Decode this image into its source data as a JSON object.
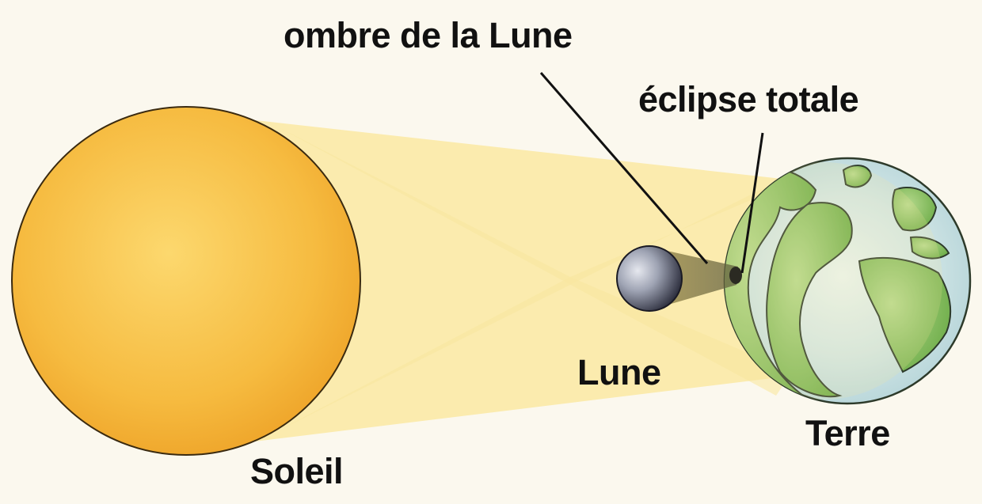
{
  "labels": {
    "moon_shadow": "ombre de la Lune",
    "total_eclipse": "éclipse totale",
    "moon": "Lune",
    "earth": "Terre",
    "sun": "Soleil"
  },
  "colors": {
    "background": "#fbf8ee",
    "sun": "#f4b43a",
    "light_cone": "#fbe680",
    "moon": "#8a8f9e",
    "earth_ocean": "#cfe3e4",
    "earth_land": "#8cc063",
    "label_text": "#111111"
  }
}
